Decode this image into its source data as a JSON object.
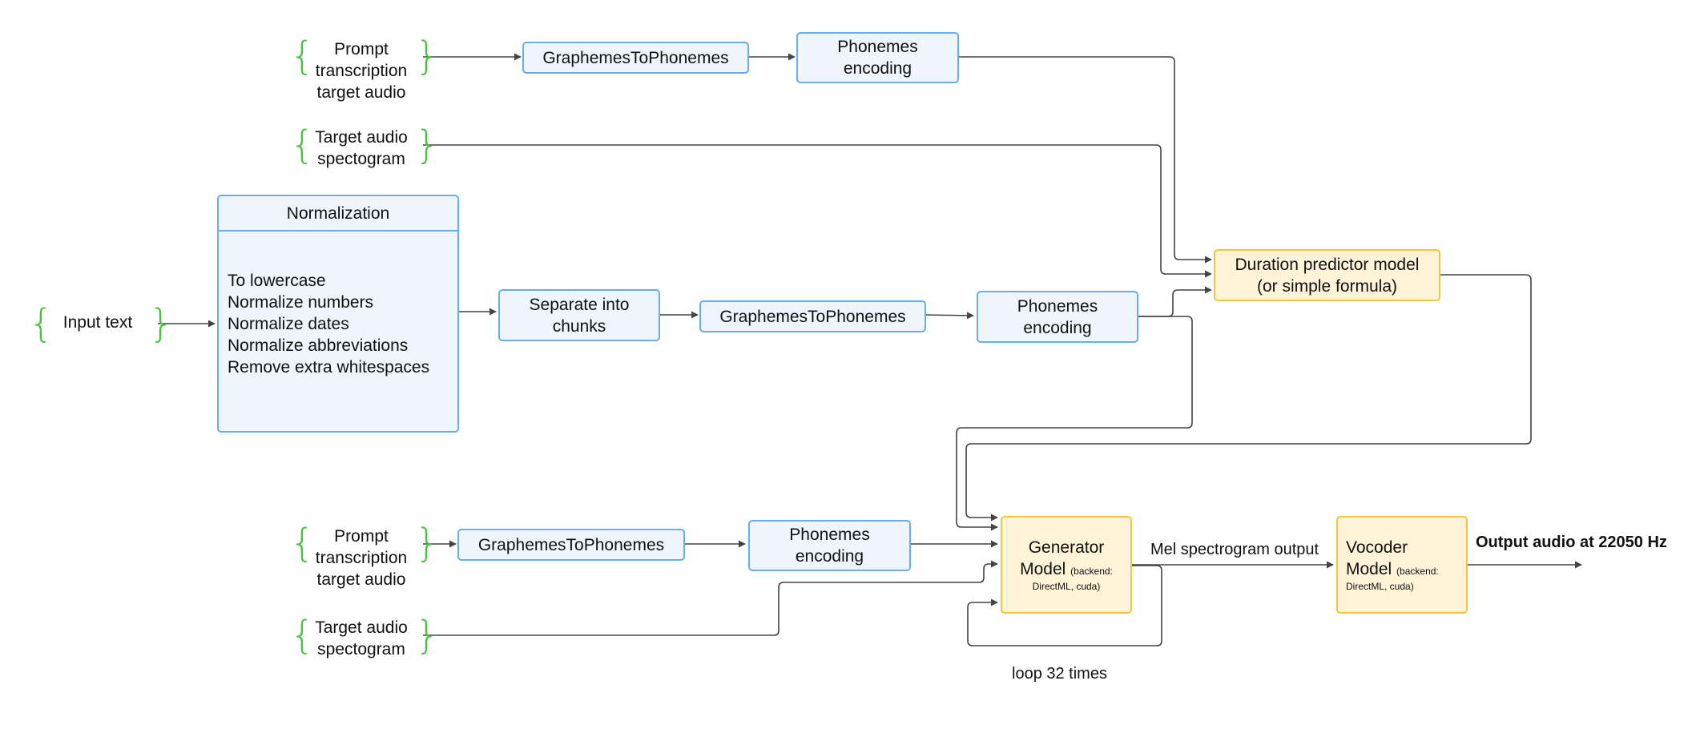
{
  "inputs": {
    "prompt_top": [
      "Prompt",
      "transcription",
      "target audio"
    ],
    "target_top": [
      "Target audio",
      "spectogram"
    ],
    "input_text": "Input text",
    "prompt_bottom": [
      "Prompt",
      "transcription",
      "target audio"
    ],
    "target_bottom": [
      "Target audio",
      "spectogram"
    ]
  },
  "normalization": {
    "title": "Normalization",
    "steps": [
      "To lowercase",
      "Normalize numbers",
      "Normalize dates",
      "Normalize abbreviations",
      "Remove extra whitespaces"
    ]
  },
  "nodes": {
    "g2p_top": "GraphemesToPhonemes",
    "phon_top": [
      "Phonemes",
      "encoding"
    ],
    "chunks": [
      "Separate into",
      "chunks"
    ],
    "g2p_mid": "GraphemesToPhonemes",
    "phon_mid": [
      "Phonemes",
      "encoding"
    ],
    "duration": [
      "Duration predictor model",
      "(or simple formula)"
    ],
    "g2p_bot": "GraphemesToPhonemes",
    "phon_bot": [
      "Phonemes",
      "encoding"
    ],
    "generator": {
      "line1": "Generator",
      "line2a": "Model",
      "backend_a": "(backend:",
      "backend_b": "DirectML, cuda)"
    },
    "vocoder": {
      "line1": "Vocoder",
      "line2a": "Model",
      "backend_a": "(backend:",
      "backend_b": "DirectML, cuda)"
    }
  },
  "labels": {
    "mel": "Mel spectrogram output",
    "output": "Output audio at 22050 Hz",
    "loop": "loop 32 times"
  },
  "colors": {
    "blue_fill": "#eef5fd",
    "blue_border": "#6aace8",
    "yellow_fill": "#fff3d8",
    "yellow_border": "#f5c53b",
    "brace": "#4cbf45",
    "wire": "#444444"
  }
}
